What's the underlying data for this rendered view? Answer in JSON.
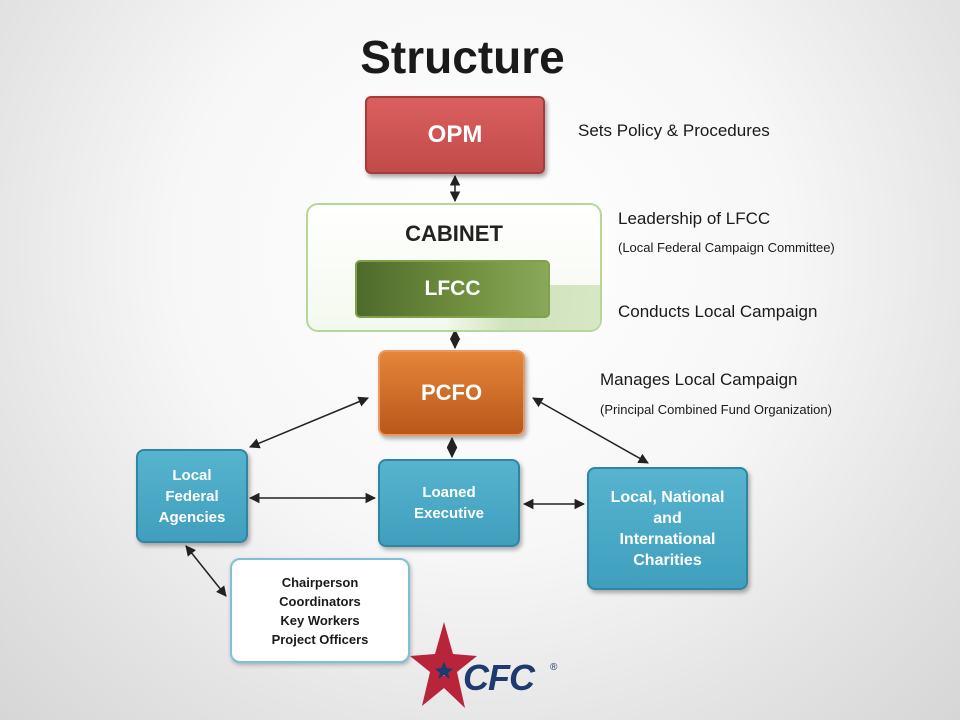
{
  "title": "Structure",
  "nodes": {
    "opm": "OPM",
    "cabinet": "CABINET",
    "lfcc": "LFCC",
    "pcfo": "PCFO",
    "local_federal_agencies": [
      "Local",
      "Federal",
      "Agencies"
    ],
    "loaned_executive": [
      "Loaned",
      "Executive"
    ],
    "charities": [
      "Local, National",
      "and",
      "International",
      "Charities"
    ],
    "volunteers": [
      "Chairperson",
      "Coordinators",
      "Key Workers",
      "Project Officers"
    ]
  },
  "descriptions": {
    "opm": "Sets Policy & Procedures",
    "cabinet_main": "Leadership of LFCC",
    "cabinet_sub": "(Local Federal Campaign Committee)",
    "lfcc": "Conducts Local Campaign",
    "pcfo_main": "Manages Local Campaign",
    "pcfo_sub": "(Principal Combined Fund Organization)"
  },
  "logo": {
    "text": "CFC",
    "registered": "®",
    "colors": {
      "red": "#b8243a",
      "blue": "#1e3a6e"
    }
  },
  "colors": {
    "opm": "#c94e4d",
    "lfcc": "#5e7c34",
    "pcfo": "#cf6d28",
    "teal": "#4aaac8",
    "cabinet_border": "#b6d79a"
  }
}
